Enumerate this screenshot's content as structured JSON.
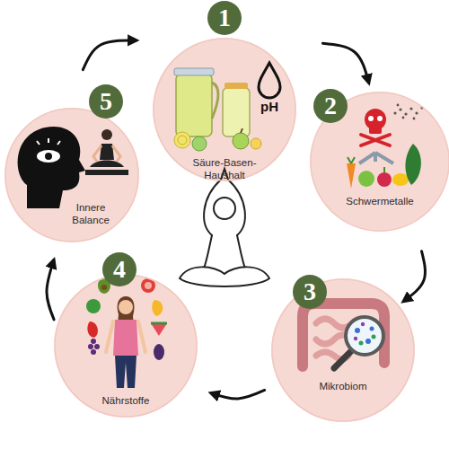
{
  "diagram": {
    "nodes": [
      {
        "text": [
          "1",
          "Säure-Basen-Haushalt"
        ]
      },
      {
        "text": [
          "2",
          "Schwermetalle"
        ]
      },
      {
        "text": [
          "3",
          "Mikrobiom"
        ]
      },
      {
        "text": [
          "4",
          "Nährstoffe"
        ]
      },
      {
        "text": [
          "5",
          "Innere Balance"
        ]
      }
    ],
    "edges": [
      {
        "from": 4,
        "to": 0,
        "arrow": "to"
      },
      {
        "from": 0,
        "to": 1,
        "arrow": "to"
      },
      {
        "from": 1,
        "to": 2,
        "arrow": "to"
      },
      {
        "from": 2,
        "to": 3,
        "arrow": "to"
      },
      {
        "from": 3,
        "to": 4,
        "arrow": "to"
      }
    ],
    "labels": [
      "pH"
    ]
  }
}
